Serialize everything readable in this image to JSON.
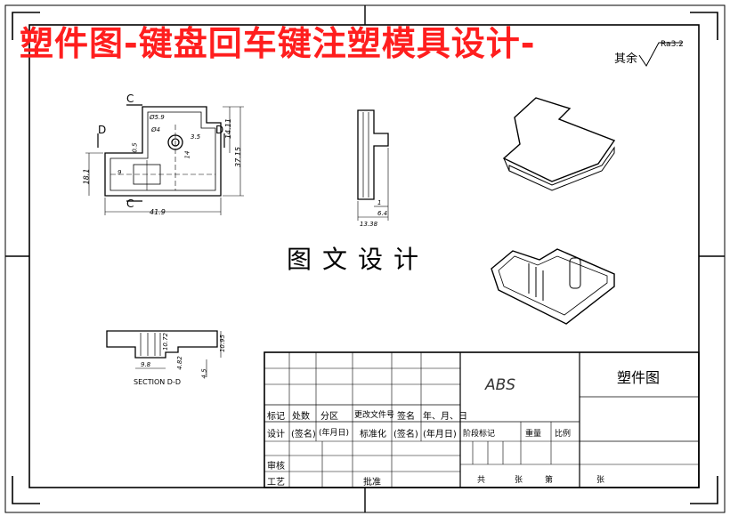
{
  "banner": "塑件图-键盘回车键注塑模具设计-",
  "center_title": "图文设计",
  "roughness_label": "其余",
  "roughness_value": "Ra3.2",
  "section_caption": "SECTION D-D",
  "view_labels": {
    "c_top": "C",
    "c_bottom": "C",
    "d_left": "D",
    "d_right": "D"
  },
  "dimensions": {
    "overall_width": "41.9",
    "overall_height": "37.15",
    "upper_right": "14.11",
    "left_height": "18.1",
    "hole_dia": "Ø5.9",
    "hole_inner": "Ø4",
    "small_a": "0.5",
    "small_b": "14",
    "small_c": "3.5",
    "small_d": "9",
    "side_a": "1",
    "side_b": "6.4",
    "side_width": "13.38",
    "sec_a": "9.8",
    "sec_b": "4.82",
    "sec_c": "10.95",
    "sec_d": "4.5",
    "sec_e": "10.72"
  },
  "title_block": {
    "material": "ABS",
    "part_name": "塑件图",
    "row_labels": [
      "标记",
      "处数",
      "分区",
      "更改文件号",
      "签名",
      "年、月、日"
    ],
    "design_row": [
      "设计",
      "(签名)",
      "(年月日)",
      "标准化",
      "(签名)",
      "(年月日)"
    ],
    "stage_labels": [
      "阶段标记",
      "重量",
      "比例"
    ],
    "review": "审核",
    "process": "工艺",
    "approve": "批准",
    "sheets": [
      "共",
      "张",
      "第",
      "张"
    ]
  }
}
